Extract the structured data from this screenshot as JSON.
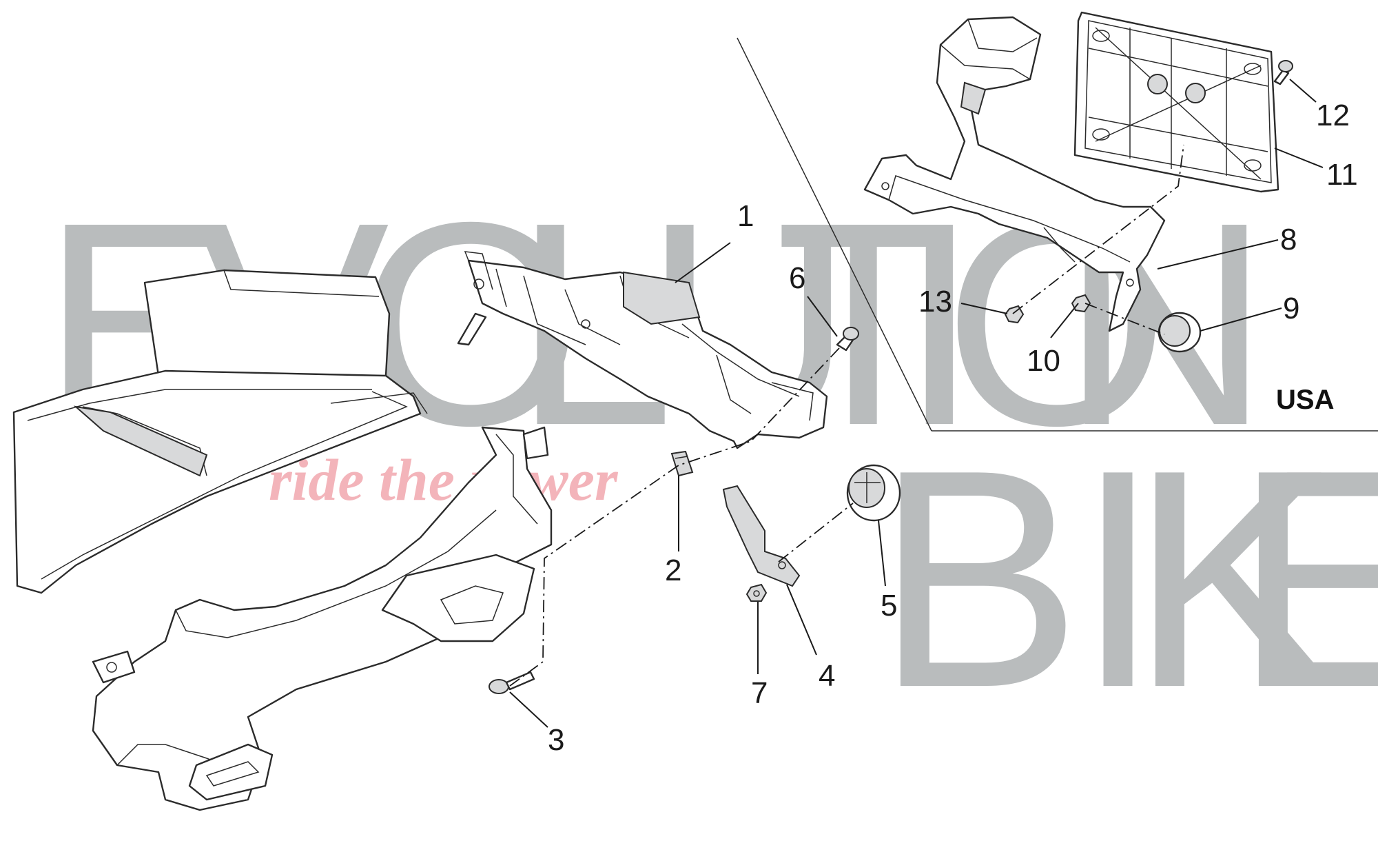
{
  "watermark": {
    "top_letters": [
      "E",
      "V",
      "O",
      "L",
      "U",
      "T",
      "I",
      "O",
      "N"
    ],
    "bottom_letters": [
      "B",
      "I",
      "K",
      "E"
    ],
    "tagline": "ride the power"
  },
  "region_label": "USA",
  "callouts": {
    "c1": "1",
    "c2": "2",
    "c3": "3",
    "c4": "4",
    "c5": "5",
    "c6": "6",
    "c7": "7",
    "c8": "8",
    "c9": "9",
    "c10": "10",
    "c11": "11",
    "c12": "12",
    "c13": "13"
  },
  "colors": {
    "watermark_gray": "#b9bcbd",
    "tagline_pink": "#f3b4ba",
    "linework": "#2b2b2b"
  }
}
